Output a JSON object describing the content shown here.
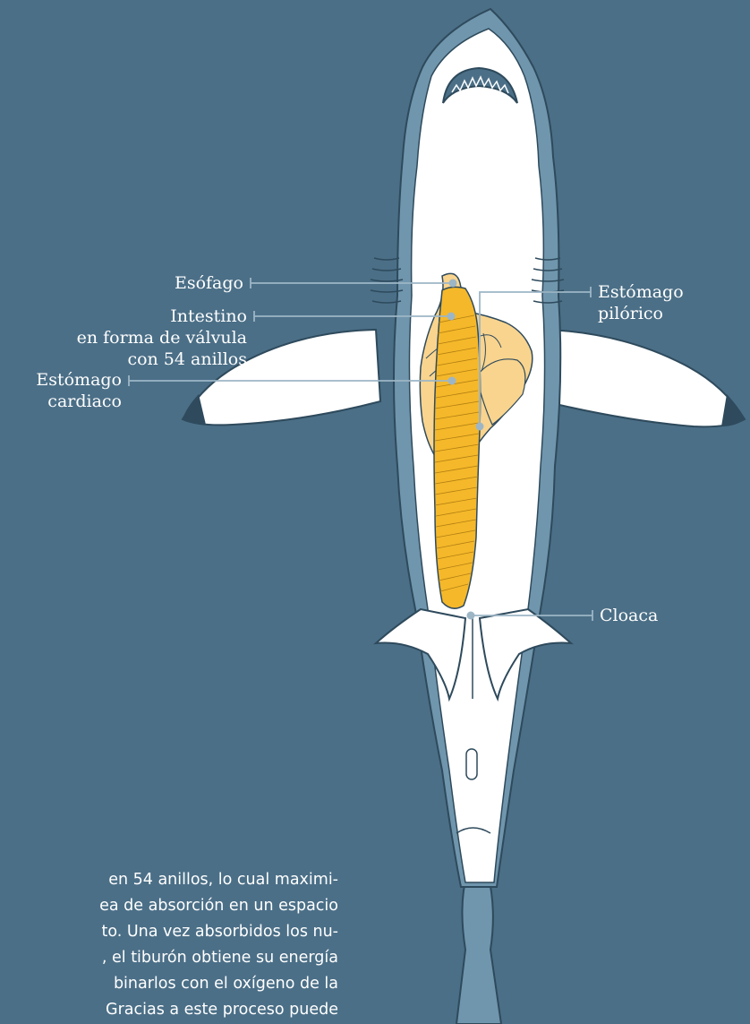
{
  "colors": {
    "background": "#4b6f87",
    "shark_skin_dark": "#7096ad",
    "shark_belly": "#ffffff",
    "shark_outline": "#2e4a5c",
    "organ_light": "#f9d48e",
    "organ_intestine": "#f5b82a",
    "leader_line": "#9db6c6"
  },
  "labels": {
    "esofago": "Esófago",
    "estomago_cardiaco": [
      "Estómago",
      "cardiaco"
    ],
    "estomago_pilorico": [
      "Estómago",
      "pilórico"
    ],
    "intestino": [
      "Intestino",
      "en forma de válvula",
      "con 54 anillos"
    ],
    "cloaca": "Cloaca"
  },
  "body_text": [
    "en 54 anillos, lo cual maximi-",
    "ea de absorción en un espacio",
    "to. Una vez absorbidos los nu-",
    ", el tiburón obtiene su energía",
    "binarlos con el oxígeno de la",
    "Gracias a este proceso puede"
  ]
}
